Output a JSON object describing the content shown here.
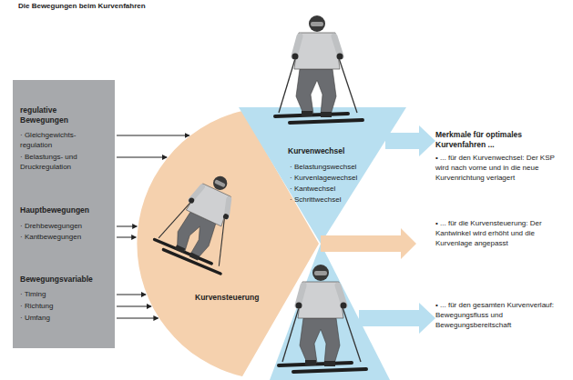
{
  "diagram": {
    "title": "Die Bewegungen beim Kurvenfahren",
    "nodes": [
      {
        "text": [
          "regulative Bewegungen",
          "· Gleichgewichts-regulation",
          "· Belastungs- und Druckregulation",
          "Hauptbewegungen",
          "· Drehbewegungen",
          "· Kantbewegungen",
          "Bewegungsvariable",
          "· Timing",
          "· Richtung",
          "· Umfang"
        ]
      },
      {
        "text": [
          "Kurvensteuerung"
        ]
      },
      {
        "text": [
          "Kurvenwechsel",
          "· Belastungswechsel",
          "· Kurvenlagewechsel",
          "· Kantwechsel",
          "· Schrittwechsel"
        ]
      }
    ],
    "edges": [
      {
        "from": 0,
        "to": 1,
        "arrow": "to"
      },
      {
        "from": 0,
        "to": 1,
        "arrow": "to"
      },
      {
        "from": 0,
        "to": 1,
        "arrow": "to"
      },
      {
        "from": 0,
        "to": 1,
        "arrow": "to"
      },
      {
        "from": 0,
        "to": 1,
        "arrow": "to"
      },
      {
        "from": 0,
        "to": 1,
        "arrow": "to"
      },
      {
        "from": 0,
        "to": 1,
        "arrow": "to"
      }
    ],
    "labels": [
      "Merkmale für optimales Kurvenfahren ...",
      "• ... für den Kurvenwechsel: Der KSP wird nach vorne und in die neue Kurvenrichtung verlagert",
      "• ... für die Kurvensteuerung: Der Kantwinkel wird erhöht und die Kurvenlage angepasst",
      "• ... für den gesamten Kurvenverlauf: Bewegungsfluss und Bewegungsbereitschaft"
    ]
  }
}
